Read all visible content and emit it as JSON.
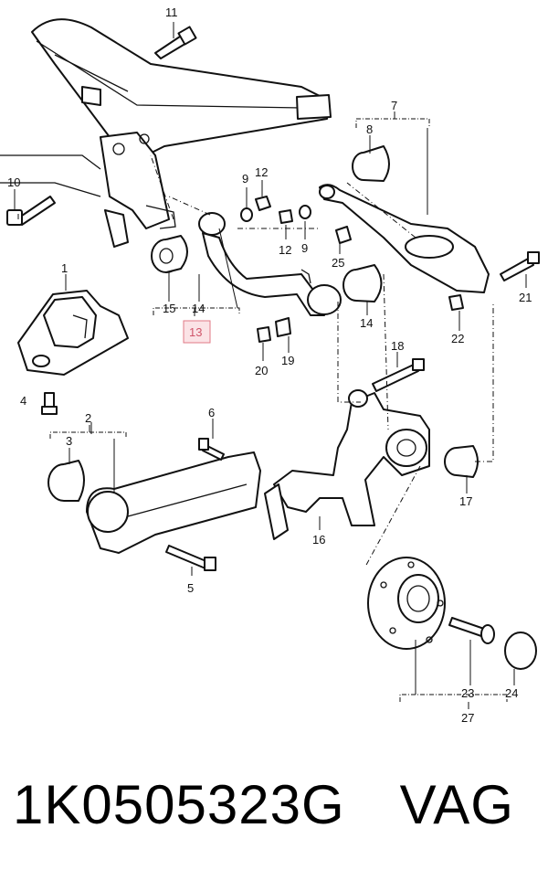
{
  "callouts": {
    "c1": "1",
    "c2": "2",
    "c3": "3",
    "c4": "4",
    "c5": "5",
    "c6": "6",
    "c7": "7",
    "c8": "8",
    "c9a": "9",
    "c9b": "9",
    "c10": "10",
    "c11": "11",
    "c12a": "12",
    "c12b": "12",
    "c13": "13",
    "c14a": "14",
    "c14b": "14",
    "c15": "15",
    "c16": "16",
    "c17": "17",
    "c18": "18",
    "c19": "19",
    "c20": "20",
    "c21": "21",
    "c22": "22",
    "c23": "23",
    "c24": "24",
    "c25": "25",
    "c27": "27"
  },
  "highlighted_callout": "13",
  "caption": {
    "part_number": "1K0505323G",
    "brand": "VAG"
  },
  "colors": {
    "highlight_fill": "#fbe3e6",
    "highlight_stroke": "#e07a86",
    "highlight_text": "#d0556a",
    "line": "#111111"
  }
}
